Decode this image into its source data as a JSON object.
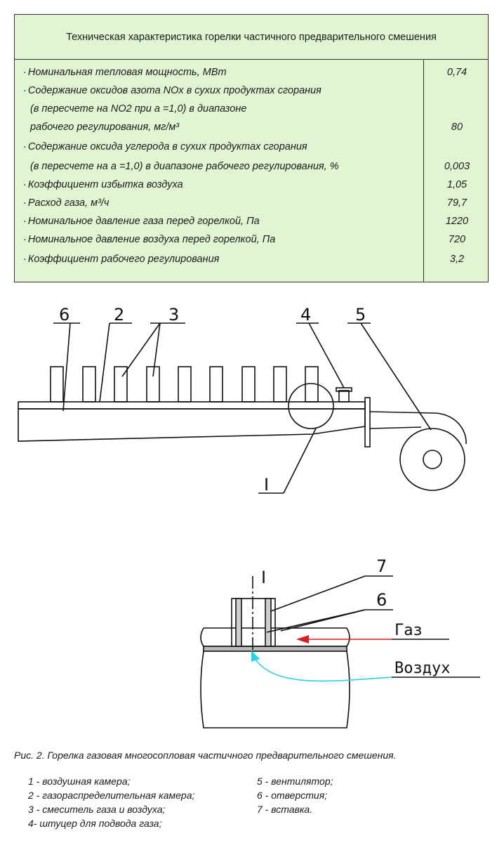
{
  "table": {
    "title": "Техническая характеристика горелки частичного предварительного смешения",
    "rows": [
      {
        "text": "Номинальная тепловая мощность, МВт",
        "value": "0,74"
      },
      {
        "text": "Содержание оксидов азота NOx в сухих продуктах сгорания",
        "value": ""
      },
      {
        "text": "(в пересчете на NO2 при а =1,0) в диапазоне",
        "value": ""
      },
      {
        "text": "рабочего регулирования, мг/м³",
        "value": "80"
      },
      {
        "text": "Содержание оксида углерода в сухих продуктах сгорания",
        "value": ""
      },
      {
        "text": "(в пересчете на а =1,0) в диапазоне рабочего регулирования, %",
        "value": "0,003"
      },
      {
        "text": "Коэффициент избытка воздуха",
        "value": "1,05"
      },
      {
        "text": "Расход газа, м³/ч",
        "value": "79,7"
      },
      {
        "text": "Номинальное давление газа перед горелкой, Па",
        "value": "1220"
      },
      {
        "text": "Номинальное давление воздуха перед горелкой, Па",
        "value": "720"
      },
      {
        "text": "Коэффициент рабочего регулирования",
        "value": "3,2"
      }
    ]
  },
  "diagram": {
    "labels": {
      "n6": "6",
      "n2": "2",
      "n3": "3",
      "n4": "4",
      "n5": "5",
      "detail_ref": "I",
      "detail_title": "I",
      "d7": "7",
      "d6": "6",
      "gas": "Газ",
      "air": "Воздух"
    },
    "colors": {
      "gas_arrow": "#e11a1a",
      "air_arrow": "#2ad0e6",
      "line": "#111111"
    }
  },
  "caption": {
    "text": "Рис. 2. Горелка газовая многосопловая частичного предварительного смешения.",
    "legend": [
      "1 - воздушная камера;",
      "2 - газораспределительная камера;",
      "3 - смеситель газа и воздуха;",
      "4- штуцер для подвода газа;",
      "5 - вентилятор;",
      "6 - отверстия;",
      "7 - вставка."
    ]
  }
}
